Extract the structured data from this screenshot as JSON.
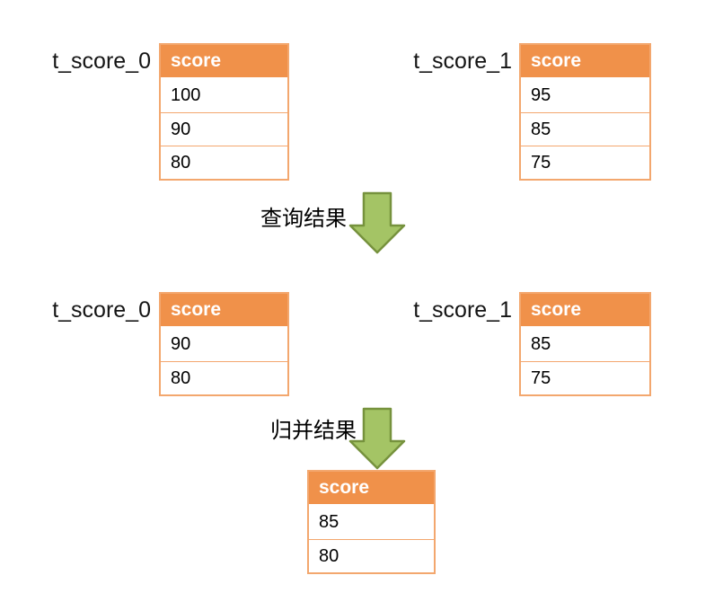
{
  "diagram": {
    "top": {
      "left_table": {
        "label": "t_score_0",
        "header": "score",
        "rows": [
          "100",
          "90",
          "80"
        ]
      },
      "right_table": {
        "label": "t_score_1",
        "header": "score",
        "rows": [
          "95",
          "85",
          "75"
        ]
      }
    },
    "query_arrow_label": "查询结果",
    "middle": {
      "left_table": {
        "label": "t_score_0",
        "header": "score",
        "rows": [
          "90",
          "80"
        ]
      },
      "right_table": {
        "label": "t_score_1",
        "header": "score",
        "rows": [
          "85",
          "75"
        ]
      }
    },
    "merge_arrow_label": "归并结果",
    "result_table": {
      "header": "score",
      "rows": [
        "85",
        "80"
      ]
    }
  },
  "colors": {
    "header_orange": "#F0914A",
    "table_border": "#F3A76E",
    "arrow_fill": "#A4C465",
    "arrow_stroke": "#76923D"
  }
}
